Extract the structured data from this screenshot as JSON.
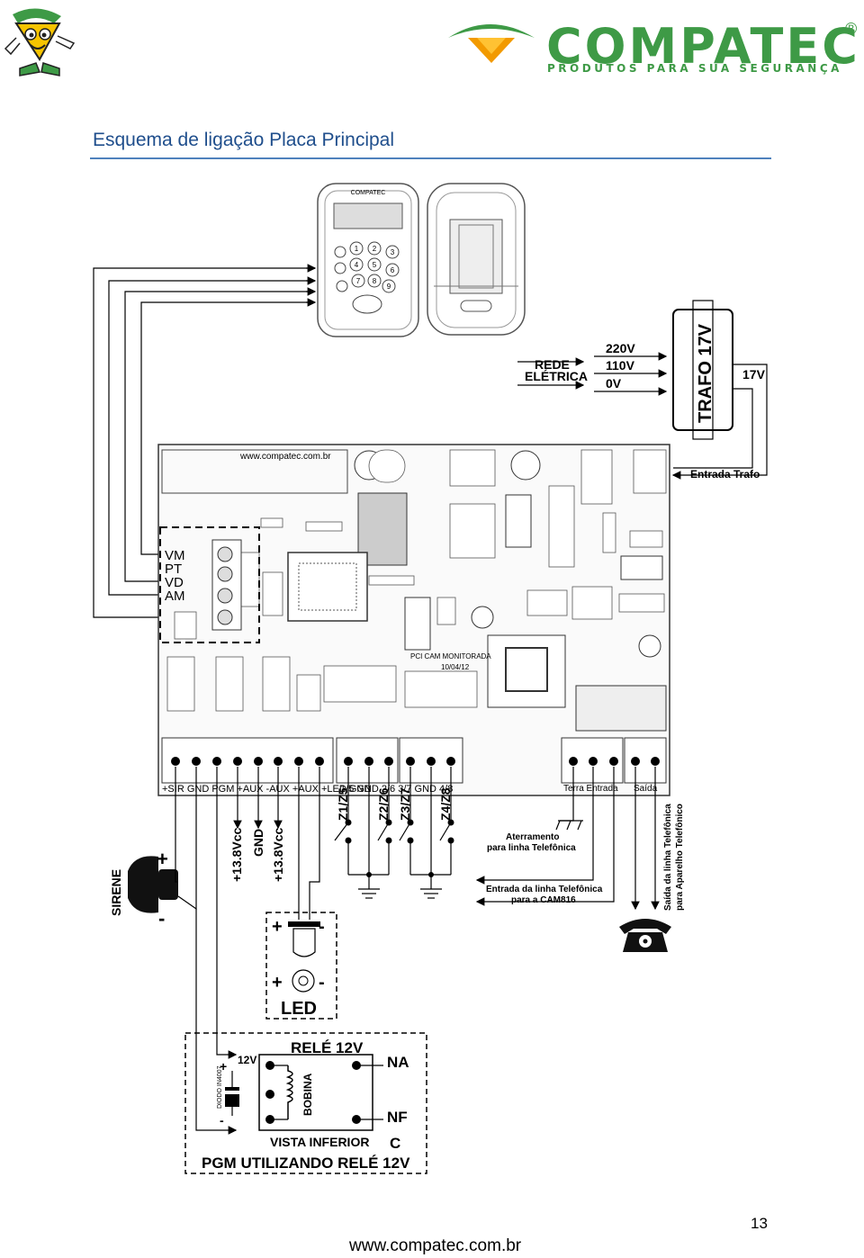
{
  "header": {
    "brand_name": "COMPATEC",
    "brand_reg": "®",
    "brand_tagline": "PRODUTOS PARA SUA SEGURANÇA"
  },
  "title": "Esquema de ligação Placa Principal",
  "keypad": {
    "brand": "COMPATEC",
    "keys": [
      "1",
      "2",
      "3",
      "4",
      "5",
      "6",
      "7",
      "8",
      "9"
    ]
  },
  "power": {
    "rede_label_1": "REDE",
    "rede_label_2": "ELÉTRICA",
    "v220": "220V",
    "v110": "110V",
    "v0": "0V",
    "trafo": "TRAFO 17V",
    "out": "17V",
    "entrada_trafo": "Entrada Trafo"
  },
  "board": {
    "url": "www.compatec.com.br",
    "keypad_terminals": [
      "VM",
      "PT",
      "VD",
      "AM"
    ],
    "pci_text": "PCI CAM MONITORADA",
    "pci_date": "10/04/12",
    "terminals_1": "+SIR GND PGM +AUX -AUX +AUX +LED GND",
    "terminals_2": "1/5 GND 2/6 3/7 GND 4/8",
    "terminals_3": "Terra Entrada",
    "terminals_4": "Saída"
  },
  "wiring": {
    "v13_8_a": "+13.8Vcc",
    "gnd": "GND",
    "v13_8_b": "+13.8Vcc",
    "zones": [
      "Z1/Z5",
      "Z2/Z6",
      "Z3/Z7",
      "Z4/Z8"
    ],
    "sirene": "SIRENE",
    "plus": "+",
    "minus": "-",
    "aterramento_1": "Aterramento",
    "aterramento_2": "para linha Telefônica",
    "entrada_linha_1": "Entrada da linha Telefônica",
    "entrada_linha_2": "para a CAM816",
    "saida_linha_1": "Saída da linha Telefônica",
    "saida_linha_2": "para Aparelho Telefônico",
    "led": "LED"
  },
  "relay": {
    "title": "RELÉ 12V",
    "v12": "12V",
    "diode": "DIODO IN4007",
    "bobina": "BOBINA",
    "na": "NA",
    "nf": "NF",
    "c": "C",
    "vista": "VISTA INFERIOR",
    "caption": "PGM UTILIZANDO RELÉ 12V"
  },
  "footer": {
    "page": "13",
    "url": "www.compatec.com.br"
  },
  "colors": {
    "brand_green": "#3e9a46",
    "brand_orange": "#f29a00",
    "title_blue": "#1f4e8c",
    "rule_blue": "#4f81bd"
  }
}
